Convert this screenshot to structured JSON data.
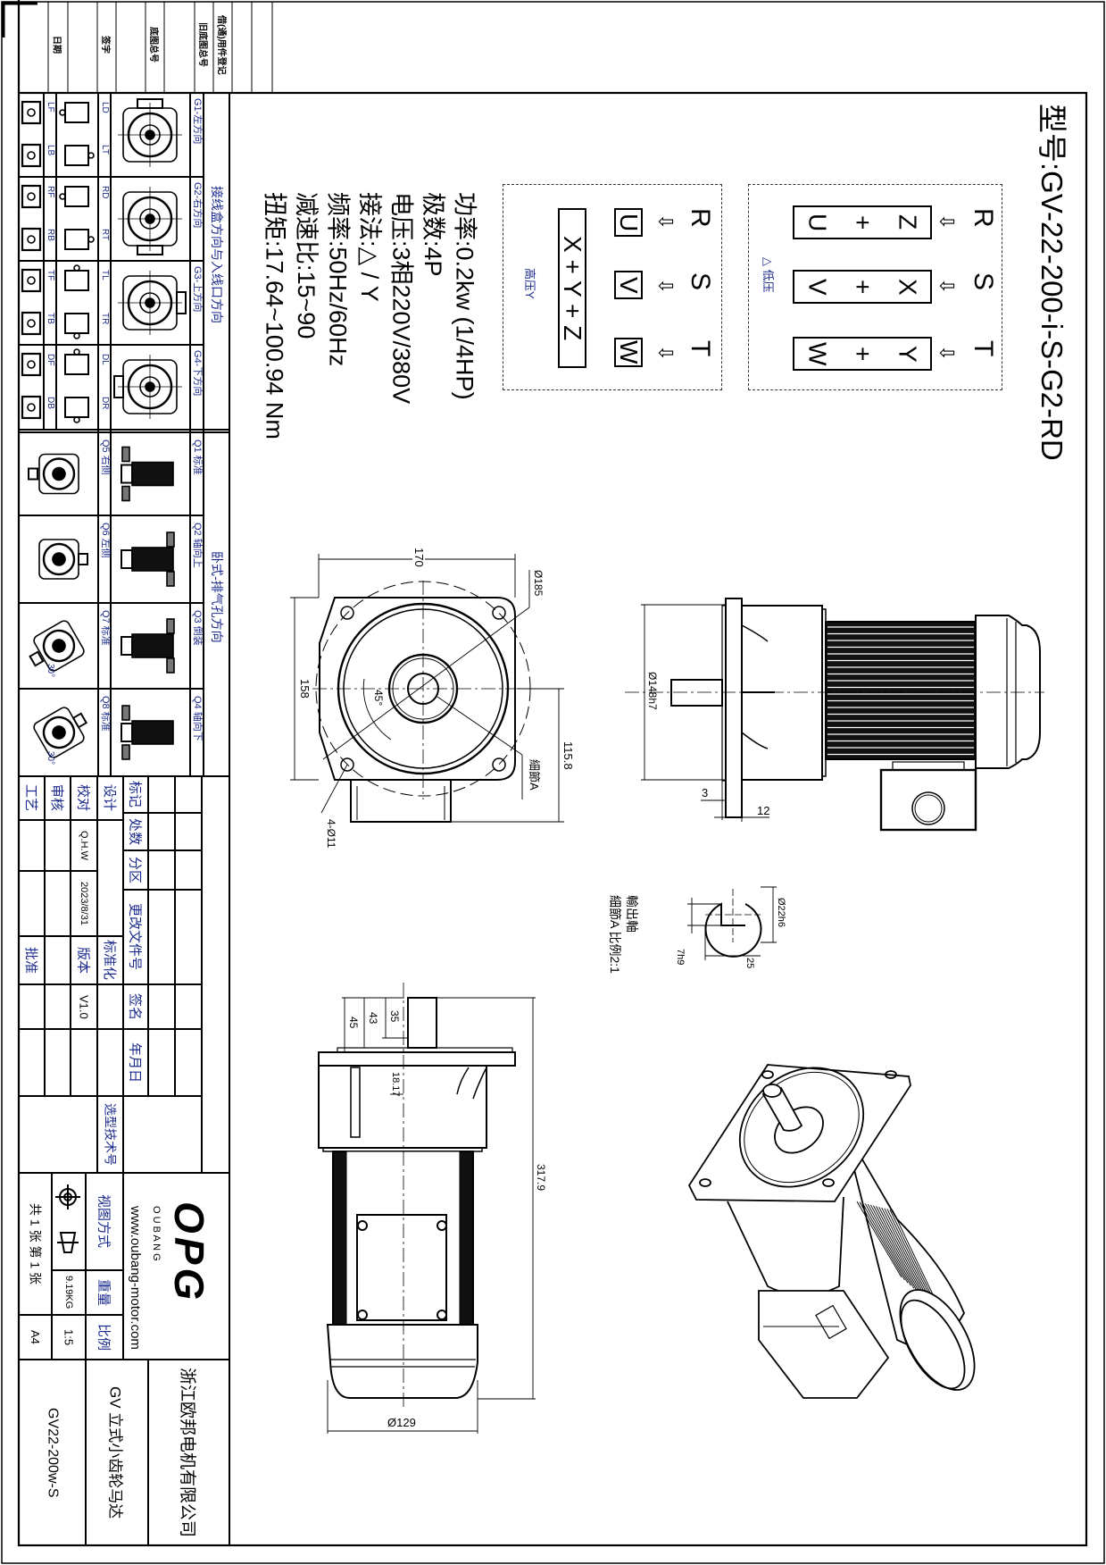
{
  "header_strip": {
    "labels": [
      "日期",
      "签字",
      "底图总号",
      "旧底图总号",
      "借(通)用件登记"
    ]
  },
  "model": {
    "title": "型号:GV-22-200-i-S-G2-RD"
  },
  "wiring": {
    "low_voltage": {
      "label": "△ 低压",
      "terminals": [
        "R",
        "S",
        "T"
      ],
      "pairs": [
        [
          "U",
          "+",
          "Z"
        ],
        [
          "V",
          "+",
          "X"
        ],
        [
          "W",
          "+",
          "Y"
        ]
      ]
    },
    "high_voltage": {
      "label": "高压Y",
      "terminals": [
        "R",
        "S",
        "T"
      ],
      "windings": [
        "U",
        "V",
        "W"
      ],
      "star": "X + Y + Z"
    },
    "arrow_icon": "⇦"
  },
  "specs": [
    "功率:0.2kw (1/4HP)",
    "极数:4P",
    "电压:3相220V/380V",
    "接法:△ / Y",
    "频率:50Hz/60Hz",
    "减速比:15~90",
    "扭矩:17.64~100.94 Nm"
  ],
  "dimensions": {
    "front": {
      "width": "170",
      "height": "158",
      "pcd": "Ø185",
      "angle": "45°",
      "offset": "115.8",
      "detail": "細節A",
      "holes": "4-Ø11"
    },
    "side": {
      "pilot": "Ø148h7",
      "d3": "3",
      "d12": "12"
    },
    "shaft_detail": {
      "title": "輸出軸",
      "subtitle": "細節A 比例2:1",
      "dia": "Ø22h6",
      "key_depth": "25",
      "key_width": "7h9"
    },
    "vertical": {
      "d45": "45",
      "d43": "43",
      "d35": "35",
      "d1817": "18.17",
      "length": "317.9",
      "dia": "Ø129"
    }
  },
  "left_panel": {
    "section1_title": "接线盒方向与入线口方向",
    "section2_title": "卧式-排气孔方向",
    "g_rows": [
      {
        "label": "G1-左方向",
        "codes": [
          "LD",
          "LT"
        ],
        "codes2": [
          "LF",
          "LB"
        ]
      },
      {
        "label": "G2-右方向",
        "codes": [
          "RD",
          "RT"
        ],
        "codes2": [
          "RF",
          "RB"
        ]
      },
      {
        "label": "G3-上方向",
        "codes": [
          "TL",
          "TR"
        ],
        "codes2": [
          "TF",
          "TB"
        ]
      },
      {
        "label": "G4-下方向",
        "codes": [
          "DL",
          "DR"
        ],
        "codes2": [
          "DF",
          "DB"
        ]
      }
    ],
    "q_rows": [
      {
        "label": "Q1 标准",
        "label2": "Q5 右侧"
      },
      {
        "label": "Q2 轴向上",
        "label2": "Q6 左侧"
      },
      {
        "label": "Q3 倒装",
        "label2": "Q7 标准",
        "angle": "30°"
      },
      {
        "label": "Q4 轴向下",
        "label2": "Q8 标准",
        "angle": "30°"
      }
    ]
  },
  "title_block": {
    "labels": {
      "process": "工艺",
      "review": "审核",
      "check": "校对",
      "design": "设计",
      "mark": "标记",
      "count": "处数",
      "zone": "分区",
      "change_doc": "更改文件号",
      "sign": "签名",
      "date": "年月日",
      "approve": "批准",
      "version": "版本",
      "standard": "标准化",
      "selection_no": "选型技术号",
      "view_method": "视图方式",
      "weight": "重量",
      "scale": "比例"
    },
    "checker": "Q.H.W",
    "check_date": "2023/8/31",
    "version_value": "V1.0",
    "weight_value": "9.19KG",
    "scale_value": "1:5",
    "paper": "A4",
    "sheets": "共 1 张 第 1 张",
    "logo": "OPG",
    "brand": "O U B A N G",
    "website": "www.oubang-motor.com",
    "company": "浙江欧邦电机有限公司",
    "product": "GV  立式小齿轮马达",
    "drawing_no": "GV22-200w-S"
  }
}
